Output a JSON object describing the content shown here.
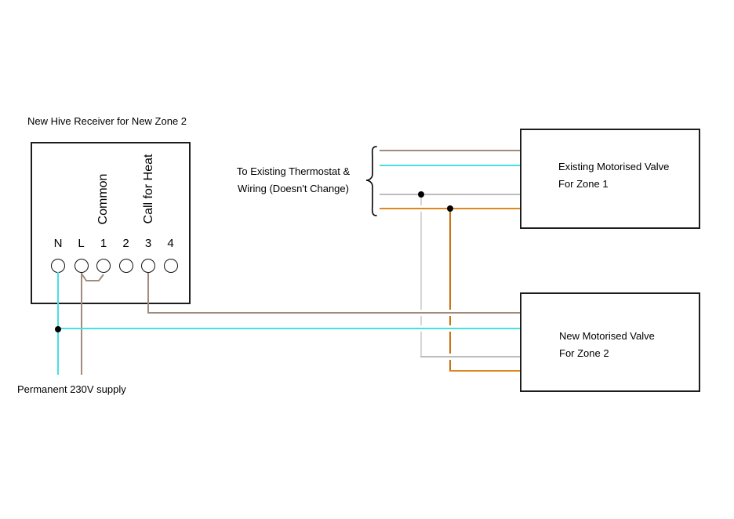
{
  "title": "New Hive Receiver for New Zone 2",
  "receiver": {
    "terminals": [
      "N",
      "L",
      "1",
      "2",
      "3",
      "4"
    ],
    "annotations": [
      {
        "label": "Common"
      },
      {
        "label": "Call for Heat"
      }
    ]
  },
  "thermostat_note": {
    "line1": "To Existing Thermostat &",
    "line2": "Wiring (Doesn't Change)"
  },
  "supply_label": "Permanent 230V supply",
  "valves": [
    {
      "line1": "Existing Motorised Valve",
      "line2": "For Zone 1"
    },
    {
      "line1": "New Motorised Valve",
      "line2": "For Zone 2"
    }
  ],
  "wire_colors": {
    "brown": "#A08B7E",
    "cyan": "#45E1E1",
    "gray": "#BDBDBD",
    "gray_light": "#D7D7D7",
    "orange": "#E0861E",
    "orange_dark": "#CB7413"
  },
  "junction_color": "#000000",
  "outline_color": "#1d1d1d"
}
